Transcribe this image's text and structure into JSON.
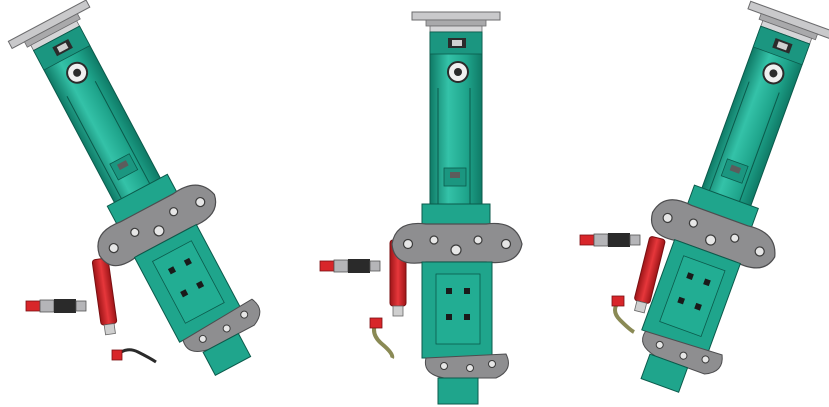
{
  "figure": {
    "views": [
      {
        "id": "left",
        "tilt": "left"
      },
      {
        "id": "center",
        "tilt": "none"
      },
      {
        "id": "right",
        "tilt": "right"
      }
    ]
  },
  "colors": {
    "background": "#ffffff",
    "body_teal": "#1fa58c",
    "body_teal_dark": "#0f7a66",
    "body_teal_light": "#34c2a8",
    "plate_gray": "#8e8e90",
    "plate_gray_dark": "#5f5f61",
    "mount_plate": "#c9c9cb",
    "cylinder_red": "#d8262a",
    "cylinder_red_dark": "#9e1518",
    "hose_black": "#2a2a2a",
    "bolt_light": "#e6e6e6",
    "bolt_dark": "#3c3c3c",
    "fitting_steel": "#b5b5b8",
    "tube_olive": "#8a8a55"
  },
  "icons": [
    "mounting-plate-icon",
    "boom-arm-icon",
    "pivot-plate-icon",
    "hydraulic-cylinder-icon",
    "gripper-head-icon"
  ]
}
